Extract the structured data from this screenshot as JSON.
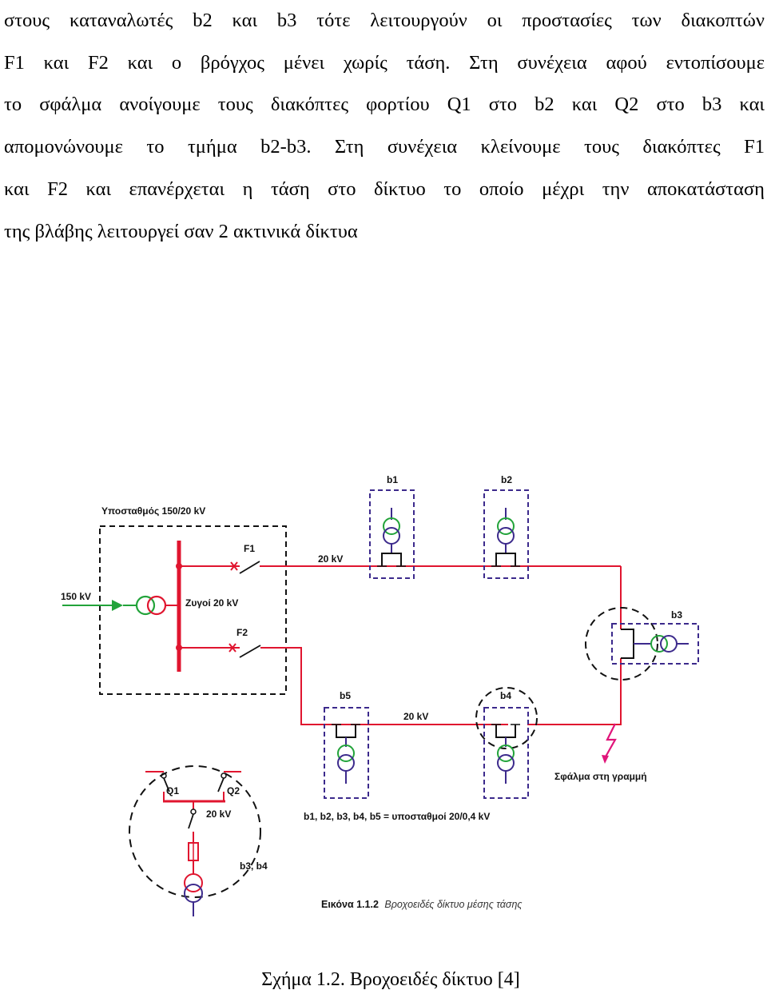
{
  "paragraph": {
    "lines": [
      "στους καταναλωτές b2 και b3 τότε λειτουργούν οι προστασίες των διακοπτών",
      "F1 και F2 και ο βρόγχος μένει χωρίς τάση. Στη συνέχεια αφού εντοπίσουμε",
      "το σφάλμα ανοίγουμε τους διακόπτες φορτίου Q1 στο b2 και Q2 στο b3 και",
      "απομονώνουμε το τμήμα b2-b3. Στη συνέχεια κλείνουμε τους διακόπτες F1",
      "και F2 και επανέρχεται η τάση στο δίκτυο το οποίο μέχρι την αποκατάσταση",
      "της βλάβης λειτουργεί σαν 2 ακτινικά δίκτυα"
    ]
  },
  "figure": {
    "substation_label": "Υποσταθμός 150/20 kV",
    "input_voltage": "150 kV",
    "busbar_label": "Ζυγοί 20 kV",
    "breaker_f1": "F1",
    "breaker_f2": "F2",
    "line_voltage_top": "20 kV",
    "line_voltage_bottom": "20 kV",
    "station_b1": "b1",
    "station_b2": "b2",
    "station_b3": "b3",
    "station_b4": "b4",
    "station_b5": "b5",
    "fault_label": "Σφάλμα στη γραμμή",
    "legend": "b1, b2, b3, b4, b5 = υποσταθμοί 20/0,4 kV",
    "detail_q1": "Q1",
    "detail_q2": "Q2",
    "detail_voltage": "20 kV",
    "detail_stations": "b3, b4",
    "caption_bold": "Εικόνα 1.1.2",
    "caption_italic": "Βροχοειδές δίκτυο μέσης τάσης",
    "colors": {
      "line": "#e0152f",
      "transformer_hv": "#22a33a",
      "transformer_lv": "#3c2a8c",
      "box": "#3c2a8c",
      "fault": "#e0157a"
    }
  },
  "figure_caption": "Σχήμα 1.2. Βροχοειδές δίκτυο [4]"
}
